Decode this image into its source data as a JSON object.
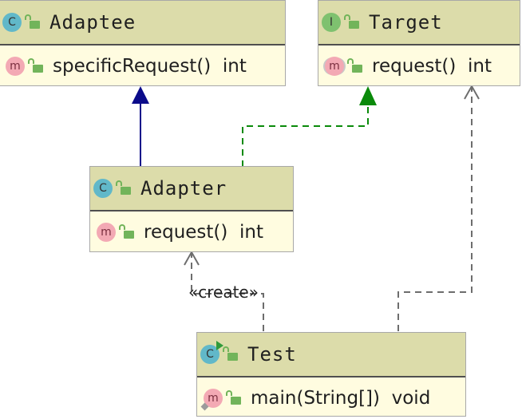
{
  "diagram": {
    "classes": {
      "adaptee": {
        "name": "Adaptee",
        "kind_letter": "C",
        "member": "specificRequest()  int"
      },
      "target": {
        "name": "Target",
        "kind_letter": "I",
        "member": "request()  int"
      },
      "adapter": {
        "name": "Adapter",
        "kind_letter": "C",
        "member": "request()  int"
      },
      "test": {
        "name": "Test",
        "kind_letter": "C",
        "member": "main(String[])  void"
      }
    },
    "member_badge_letter": "m",
    "relations": {
      "create_label": "«create»"
    },
    "colors": {
      "header_bg": "#dcdcaa",
      "body_bg": "#fffce0",
      "inheritance": "#0b0b8a",
      "realization": "#0a8a0a",
      "dependency": "#6d6d6d"
    }
  }
}
